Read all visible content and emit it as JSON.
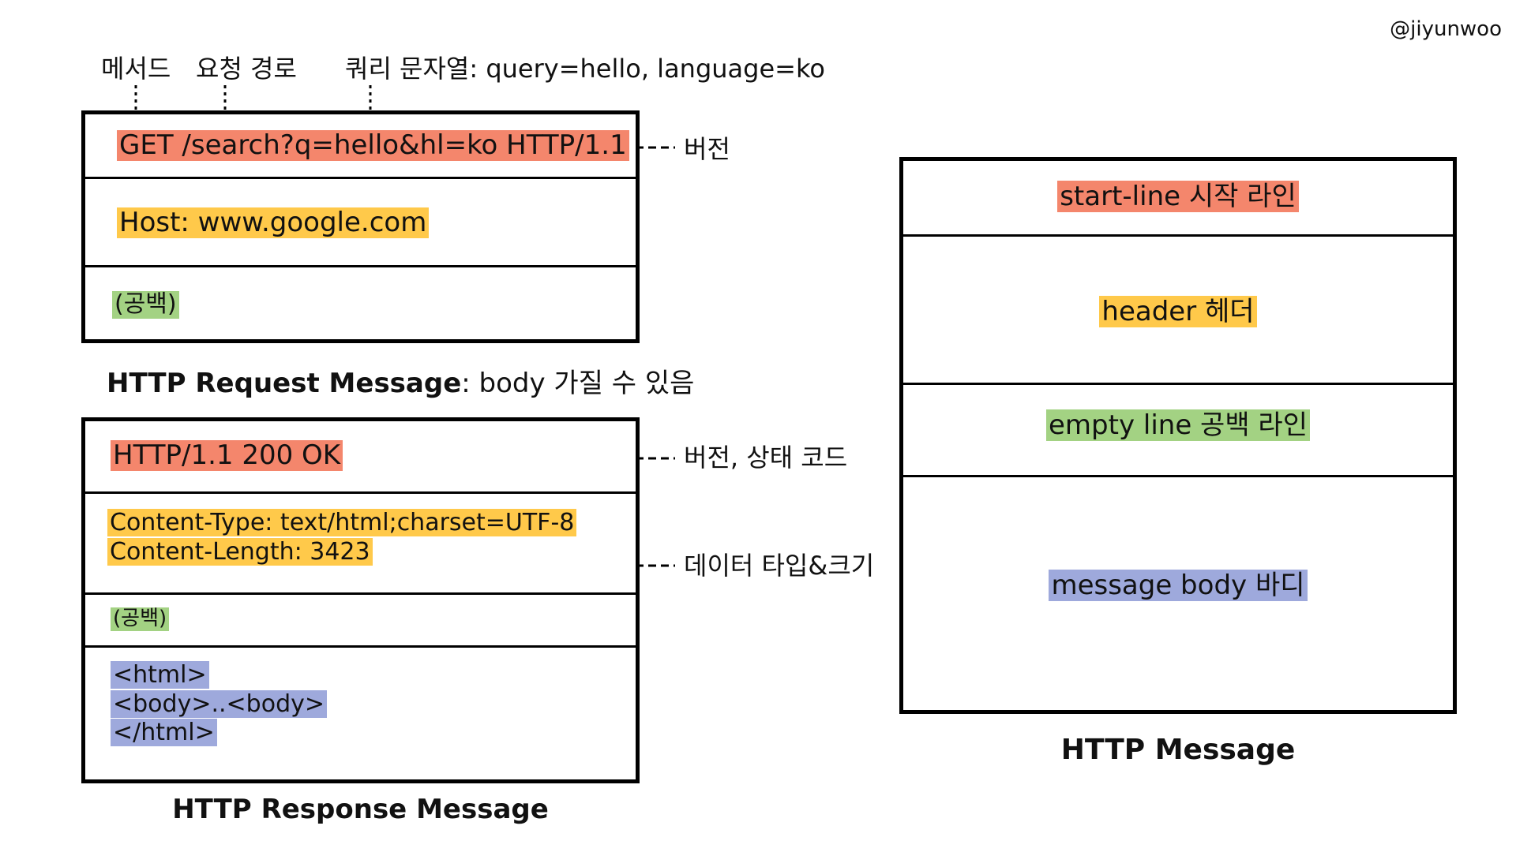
{
  "watermark": "@jiyunwoo",
  "request": {
    "labels": {
      "method": "메서드",
      "path": "요청 경로",
      "query": "쿼리 문자열: query=hello, language=ko"
    },
    "start_line": "GET /search?q=hello&hl=ko HTTP/1.1",
    "version_note": "버전",
    "header": "Host: www.google.com",
    "blank": "(공백)",
    "caption_bold": "HTTP Request Message",
    "caption_rest": ": body 가질 수 있음"
  },
  "response": {
    "status_line": "HTTP/1.1 200 OK",
    "status_note": "버전, 상태 코드",
    "headers": [
      "Content-Type: text/html;charset=UTF-8",
      "Content-Length: 3423"
    ],
    "headers_note": "데이터 타입&크기",
    "blank": "(공백)",
    "body_lines": [
      "<html>",
      "<body>..<body>",
      "</html>"
    ],
    "caption": "HTTP Response Message"
  },
  "message": {
    "start_line": "start-line 시작 라인",
    "header": "header 헤더",
    "empty_line": "empty line 공백 라인",
    "body": "message body 바디",
    "caption": "HTTP Message"
  },
  "colors": {
    "start_line": "#f4866c",
    "header": "#ffc94a",
    "empty_line": "#a3d283",
    "body": "#9ea9dc"
  }
}
